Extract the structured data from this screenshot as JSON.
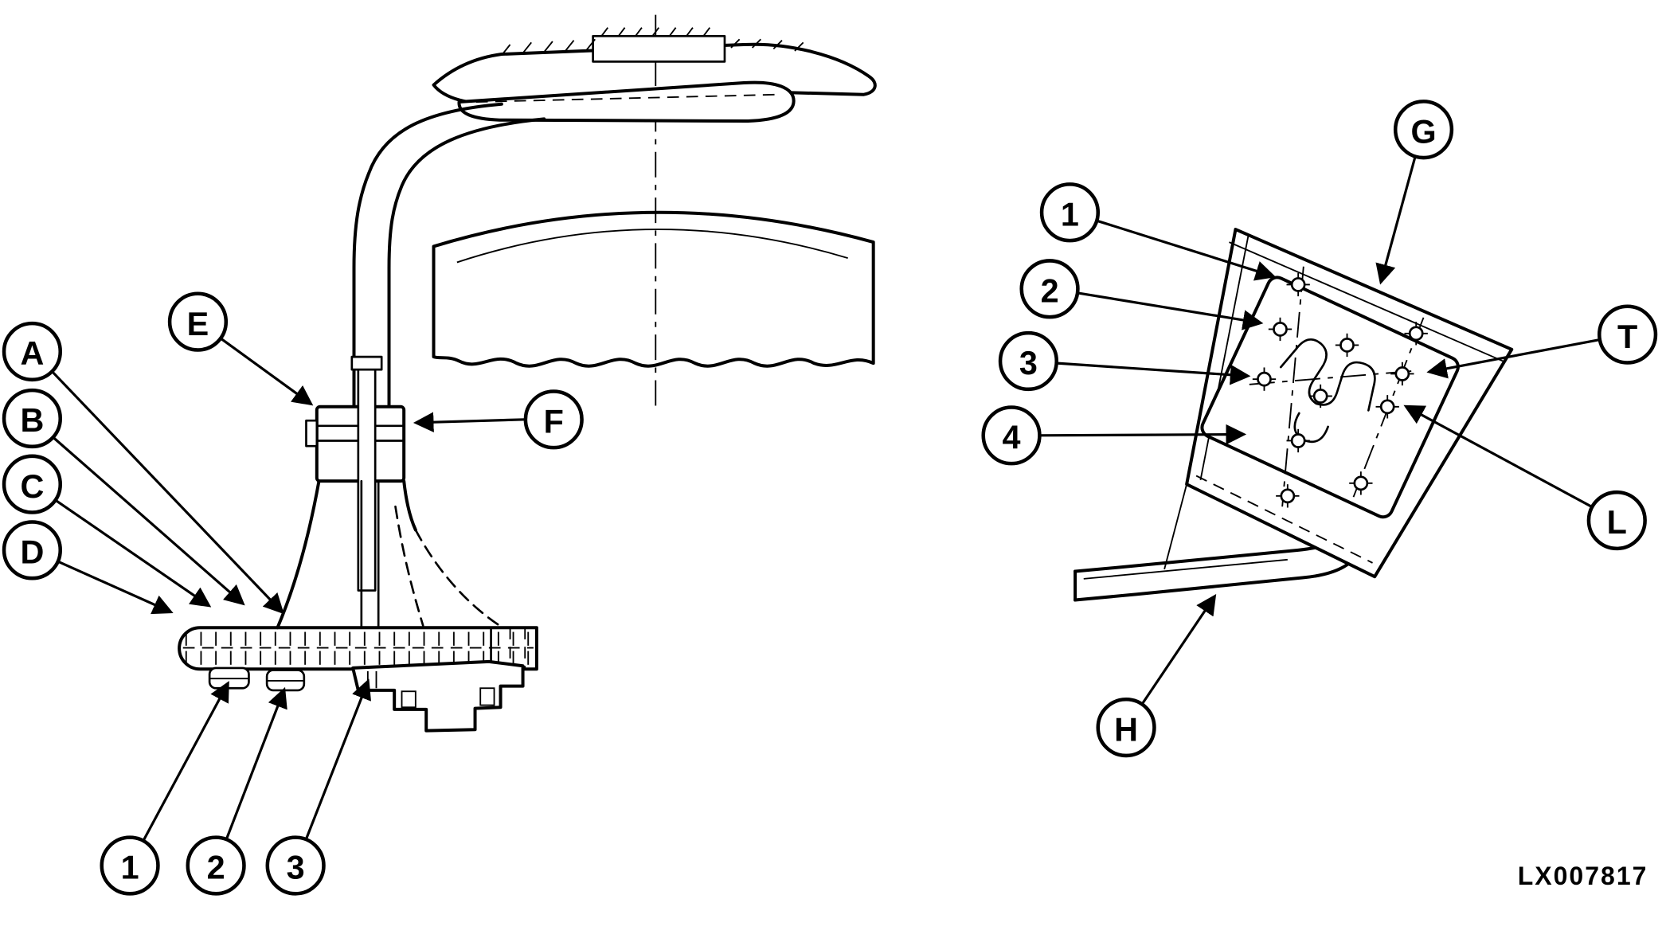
{
  "figure_code": "LX007817",
  "left_view": {
    "letter_callouts": [
      "A",
      "B",
      "C",
      "D",
      "E",
      "F"
    ],
    "number_callouts": [
      "1",
      "2",
      "3"
    ]
  },
  "right_view": {
    "letter_callouts": [
      "G",
      "T",
      "L",
      "H"
    ],
    "number_callouts": [
      "1",
      "2",
      "3",
      "4"
    ]
  }
}
